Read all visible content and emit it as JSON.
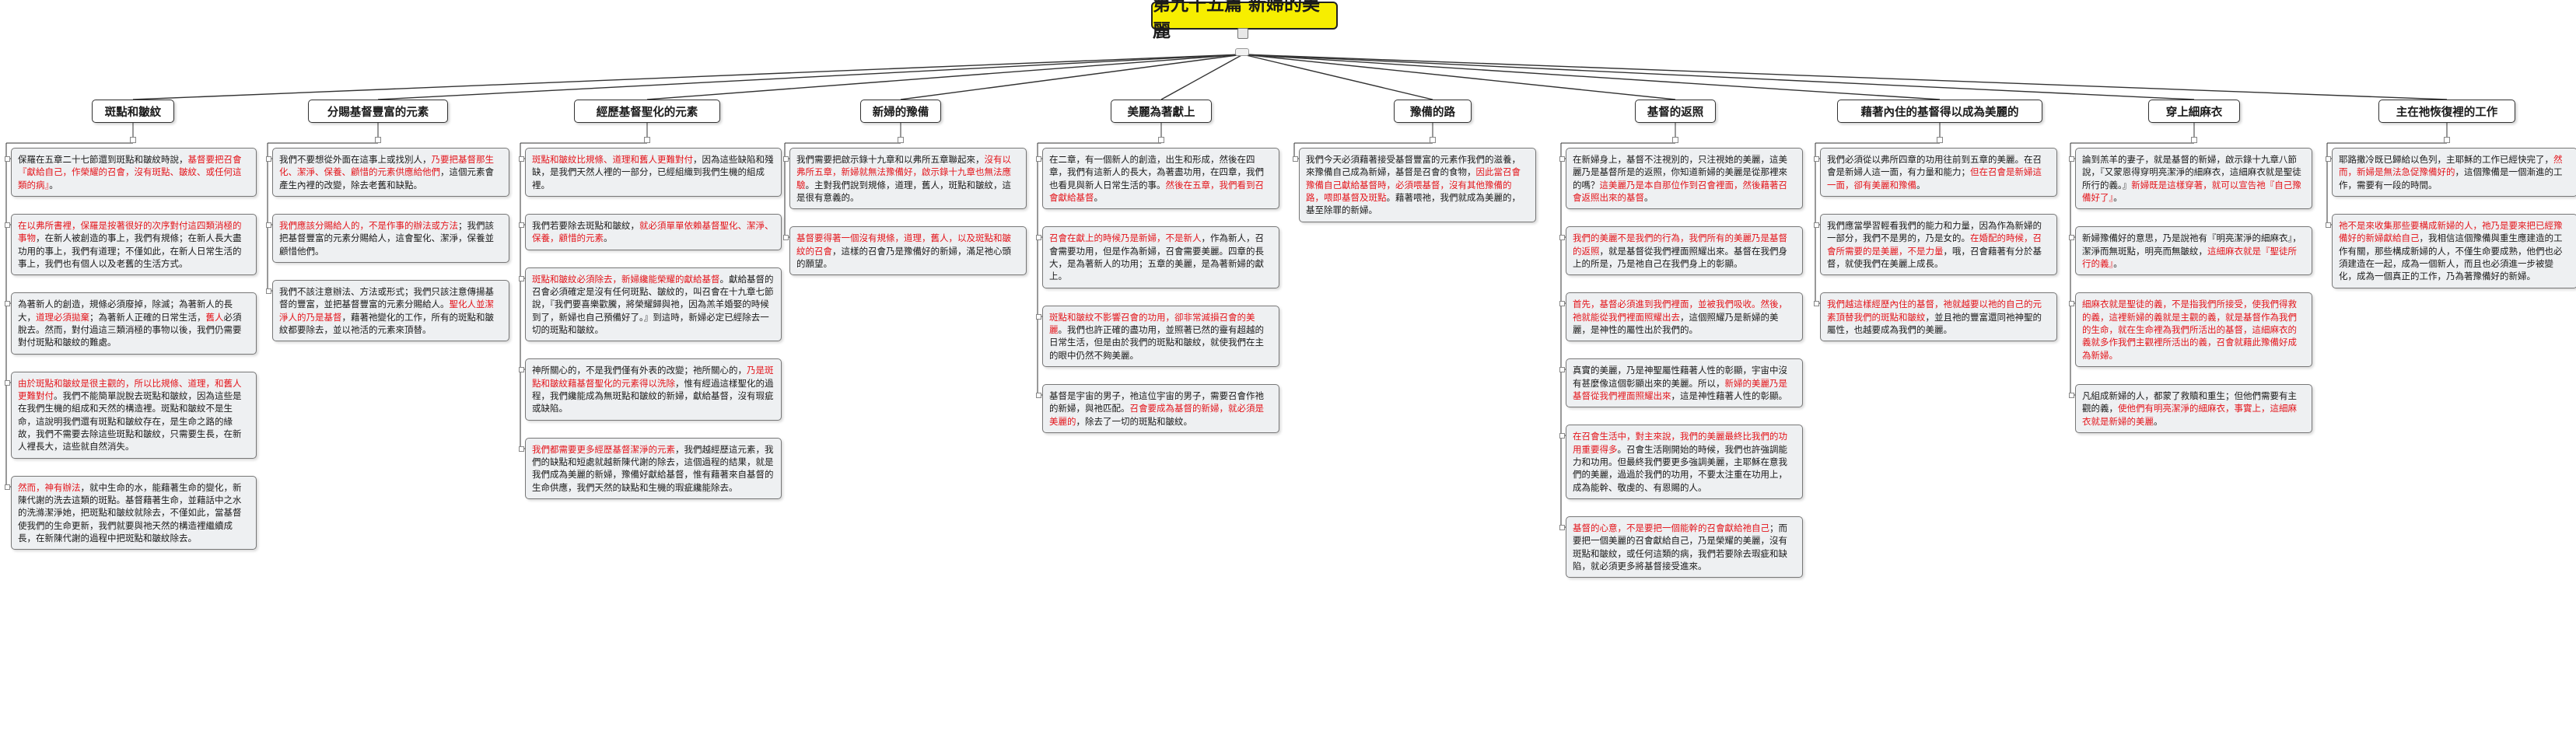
{
  "root_title": "第九十五篇 新婦的美麗",
  "branches": [
    {
      "label": "斑點和皺紋",
      "notes": [
        [
          {
            "t": "保羅在五章二十七節還到斑點和皺紋時說，",
            "r": false
          },
          {
            "t": "基督要把召會『獻給自己，作榮耀的召會，沒有斑點、皺紋、或任何這類的病』",
            "r": true
          },
          {
            "t": "。",
            "r": false
          }
        ],
        [
          {
            "t": "在以弗所書裡，保羅是按著很好的次序對付這四類消極的事物",
            "r": true
          },
          {
            "t": "，在新人被創造的事上，我們有規條；在新人長大盡功用的事上，我們有道理；不僅如此，在新人日常生活的事上，我們也有個人以及老舊的生活方式。",
            "r": false
          }
        ],
        [
          {
            "t": "為著新人的創造，規條必須廢掉，除滅；為著新人的長大，",
            "r": false
          },
          {
            "t": "道理必須拋棄",
            "r": true
          },
          {
            "t": "；為著新人正確的日常生活，",
            "r": false
          },
          {
            "t": "舊人",
            "r": true
          },
          {
            "t": "必須脫去。然而，對付過這三類消極的事物以後，我們仍需要對付斑點和皺紋的難處。",
            "r": false
          }
        ],
        [
          {
            "t": "由於斑點和皺紋是很主觀的，所以比規條、道理，和舊人更難對付",
            "r": true
          },
          {
            "t": "。我們不能簡單說脫去斑點和皺紋，因為這些是在我們生機的組成和天然的構造裡。斑點和皺紋不是生命，這說明我們還有斑點和皺紋存在，是生命之路的緣故，我們不需要去除這些斑點和皺紋，只需要生長，在新人裡長大，這些就自然消失。",
            "r": false
          }
        ],
        [
          {
            "t": "然而，神有辦法",
            "r": true
          },
          {
            "t": "，就中生命的水，能藉著生命的變化，新陳代謝的洗去這類的斑點。基督藉著生命，並藉話中之水的洗滌潔淨她，把斑點和皺紋就除去，不僅如此，當基督使我們的生命更新，我們就要與祂天然的構造裡繼續成長，在新陳代謝的過程中把斑點和皺紋除去。",
            "r": false
          }
        ]
      ]
    },
    {
      "label": "分賜基督豐富的元素",
      "notes": [
        [
          {
            "t": "我們不要想從外面在這事上或找別人，",
            "r": false
          },
          {
            "t": "乃要把基督那生化、潔淨、保養、顧惜的元素供應給他們",
            "r": true
          },
          {
            "t": "，這個元素會產生內裡的改變，除去老舊和缺點。",
            "r": false
          }
        ],
        [
          {
            "t": "我們應該分賜給人的，不是作事的辦法或方法",
            "r": true
          },
          {
            "t": "；我們該把基督豐富的元素分賜給人，這會聖化、潔淨，保養並顧惜他們。",
            "r": false
          }
        ],
        [
          {
            "t": "我們不該注意辦法、方法或形式；我們只該注意傳揚基督的豐富，並把基督豐富的元素分賜給人。",
            "r": false
          },
          {
            "t": "聖化人並潔淨人的乃是基督",
            "r": true
          },
          {
            "t": "，藉著祂變化的工作，所有的斑點和皺紋都要除去，並以祂活的元素來頂替。",
            "r": false
          }
        ]
      ]
    },
    {
      "label": "經歷基督聖化的元素",
      "notes": [
        [
          {
            "t": "斑點和皺紋比規條、道理和舊人更難對付",
            "r": true
          },
          {
            "t": "，因為這些缺陷和殘缺，是我們天然人裡的一部分，已經組織到我們生機的組成裡。",
            "r": false
          }
        ],
        [
          {
            "t": "我們若要除去斑點和皺紋，",
            "r": false
          },
          {
            "t": "就必須單單依賴基督聖化、潔淨、保養，顧惜的元素",
            "r": true
          },
          {
            "t": "。",
            "r": false
          }
        ],
        [
          {
            "t": "斑點和皺紋必須除去，新婦纔能榮耀的獻給基督",
            "r": true
          },
          {
            "t": "。獻給基督的召會必須確定是沒有任何斑點、皺紋的，叫召會在十九章七節說，『我們要喜樂歡騰，將榮耀歸與祂，因為羔羊婚娶的時候到了，新婦也自己預備好了。』到這時，新婦必定已經除去一切的斑點和皺紋。",
            "r": false
          }
        ],
        [
          {
            "t": "神所關心的，不是我們僅有外表的改變；祂所關心的，",
            "r": false
          },
          {
            "t": "乃是斑點和皺紋藉基督聖化的元素得以洗除",
            "r": true
          },
          {
            "t": "，惟有經過這樣聖化的過程，我們纔能成為無斑點和皺紋的新婦，獻給基督，沒有瑕疵或缺陷。",
            "r": false
          }
        ],
        [
          {
            "t": "我們都需要更多經歷基督潔淨的元素",
            "r": true
          },
          {
            "t": "，我們越經歷這元素，我們的缺點和短處就越新陳代謝的除去，這個過程的結果，就是我們成為美麗的新婦，豫備好獻給基督，惟有藉著來自基督的生命供應，我們天然的缺點和生機的瑕疵纔能除去。",
            "r": false
          }
        ]
      ]
    },
    {
      "label": "新婦的豫備",
      "notes": [
        [
          {
            "t": "我們需要把啟示錄十九章和以弗所五章聯起來，",
            "r": false
          },
          {
            "t": "沒有以弗所五章，新婦就無法豫備好，啟示錄十九章也無法應驗",
            "r": true
          },
          {
            "t": "。主對我們說到規條，道理，舊人，斑點和皺紋，這是很有意義的。",
            "r": false
          }
        ],
        [
          {
            "t": "基督要得著一個沒有規條，道理，舊人，以及斑點和皺紋的召會",
            "r": true
          },
          {
            "t": "，這樣的召會乃是豫備好的新婦，滿足祂心頭的願望。",
            "r": false
          }
        ]
      ]
    },
    {
      "label": "美麗為著獻上",
      "notes": [
        [
          {
            "t": "在二章，有一個新人的創造，出生和形成，然後在四章，我們有這新人的長大，為著盡功用，在四章，我們也看見與新人日常生活的事。",
            "r": false
          },
          {
            "t": "然後在五章，我們看到召會獻給基督",
            "r": true
          },
          {
            "t": "。",
            "r": false
          }
        ],
        [
          {
            "t": "召會在獻上的時候乃是新婦，不是新人",
            "r": true
          },
          {
            "t": "，作為新人，召會需要功用，但是作為新婦，召會需要美麗。四章的長大，是為著新人的功用；五章的美麗，是為著新婦的獻上。",
            "r": false
          }
        ],
        [
          {
            "t": "斑點和皺紋不影響召會的功用，卻非常減損召會的美麗",
            "r": true
          },
          {
            "t": "。我們也許正確的盡功用，並照著已然的靈有超越的日常生活，但是由於我們的斑點和皺紋，就使我們在主的眼中仍然不夠美麗。",
            "r": false
          }
        ],
        [
          {
            "t": "基督是宇宙的男子，祂這位宇宙的男子，需要召會作祂的新婦，與祂匹配。",
            "r": false
          },
          {
            "t": "召會要成為基督的新婦，就必須是美麗的",
            "r": true
          },
          {
            "t": "，除去了一切的斑點和皺紋。",
            "r": false
          }
        ]
      ]
    },
    {
      "label": "豫備的路",
      "notes": [
        [
          {
            "t": "我們今天必須藉著接受基督豐富的元素作我們的滋養，來豫備自己成為新婦，基督是召會的食物，",
            "r": false
          },
          {
            "t": "因此當召會豫備自己獻給基督時，必須喂基督，沒有其他豫備的路，喂即基督及斑點",
            "r": true
          },
          {
            "t": "。藉著喂祂，我們就成為美麗的，基至除罪的新婦。",
            "r": false
          }
        ]
      ]
    },
    {
      "label": "基督的返照",
      "notes": [
        [
          {
            "t": "在新婦身上，基督不注視別的，只注視她的美麗，這美麗乃是基督所是的返照，你知道新婦的美麗是從那裡來的嗎？",
            "r": false
          },
          {
            "t": "這美麗乃是本自那位作到召會裡面，然後藉著召會返照出來的基督",
            "r": true
          },
          {
            "t": "。",
            "r": false
          }
        ],
        [
          {
            "t": "我們的美麗不是我們的行為，我們所有的美麗乃是基督的返照",
            "r": true
          },
          {
            "t": "，就是基督從我們裡面照耀出來。基督在我們身上的所是，乃是祂自己在我們身上的彰顯。",
            "r": false
          }
        ],
        [
          {
            "t": "首先，基督必須進到我們裡面，並被我們吸收。然後，祂就能從我們裡面照耀出去",
            "r": true
          },
          {
            "t": "，這個照耀乃是新婦的美麗，是神性的屬性出於我們的。",
            "r": false
          }
        ],
        [
          {
            "t": "真實的美麗，乃是神聖屬性藉著人性的彰顯，宇宙中沒有甚麼像這個彰顯出來的美麗。所以，",
            "r": false
          },
          {
            "t": "新婦的美麗乃是基督從我們裡面照耀出來",
            "r": true
          },
          {
            "t": "，這是神性藉著人性的彰顯。",
            "r": false
          }
        ],
        [
          {
            "t": "在召會生活中，對主來說，我們的美麗最終比我們的功用重要得多",
            "r": true
          },
          {
            "t": "。召會生活剛開始的時候，我們也許強調能力和功用。但最終我們要更多強調美麗，主耶穌在意我們的美麗，過過於我們的功用，不要太注重在功用上，成為能幹、敬虔的、有恩賜的人。",
            "r": false
          }
        ],
        [
          {
            "t": "基督的心意，不是要把一個能幹的召會獻給祂自己",
            "r": true
          },
          {
            "t": "；而要把一個美麗的召會獻給自己，乃是榮耀的美麗，沒有斑點和皺紋，或任何這類的病，我們若要除去瑕疵和缺陷，就必須更多將基督接受進來。",
            "r": false
          }
        ]
      ]
    },
    {
      "label": "藉著內住的基督得以成為美麗的",
      "notes": [
        [
          {
            "t": "我們必須從以弗所四章的功用往前到五章的美麗。在召會是新婦人這一面，有力量和能力；",
            "r": false
          },
          {
            "t": "但在召會是新婦這一面，卻有美麗和豫備",
            "r": true
          },
          {
            "t": "。",
            "r": false
          }
        ],
        [
          {
            "t": "我們應當學習輕看我們的能力和力量，因為作為新婦的一部分，我們不是男的，乃是女的。",
            "r": false
          },
          {
            "t": "在婚配的時候，召會所需要的是美麗，不是力量",
            "r": true
          },
          {
            "t": "，哦，召會藉著有分於基督，就使我們在美麗上成長。",
            "r": false
          }
        ],
        [
          {
            "t": "我們越這樣經歷內住的基督，祂就越要以祂的自己的元素頂替我們的斑點和皺紋",
            "r": true
          },
          {
            "t": "，並且祂的豐富還同祂神聖的屬性，也越要成為我們的美麗。",
            "r": false
          }
        ]
      ]
    },
    {
      "label": "穿上細麻衣",
      "notes": [
        [
          {
            "t": "論到羔羊的妻子，就是基督的新婦，啟示錄十九章八節說，『又蒙恩得穿明亮潔淨的細麻衣，這細麻衣就是聖徒所行的義。』",
            "r": false
          },
          {
            "t": "新婦既是這樣穿著，就可以宣告祂『自己豫備好了』",
            "r": true
          },
          {
            "t": "。",
            "r": false
          }
        ],
        [
          {
            "t": "新婦豫備好的意思，乃是說祂有『明亮潔淨的細麻衣』，潔淨而無斑點，明亮而無皺紋，",
            "r": false
          },
          {
            "t": "這細麻衣就是『聖徒所行的義』",
            "r": true
          },
          {
            "t": "。",
            "r": false
          }
        ],
        [
          {
            "t": "細麻衣就是聖徒的義，不是指我們所接受，使我們得救的義，這裡新婦的義就是主觀的義，就是基督作為我們的生命，就在生命裡為我們所活出的基督，這細麻衣的義就多作我們主觀裡所活出的義，召會就藉此豫備好成為新婦。",
            "r": true
          }
        ],
        [
          {
            "t": "凡組成新婦的人，都蒙了救贖和重生；但他們需要有主觀的義，",
            "r": false
          },
          {
            "t": "使他們有明亮潔淨的細麻衣，事實上，這細麻衣就是新婦的美麗",
            "r": true
          },
          {
            "t": "。",
            "r": false
          }
        ]
      ]
    },
    {
      "label": "主在祂恢復裡的工作",
      "notes": [
        [
          {
            "t": "耶路撒冷既已歸給以色列，主耶穌的工作已經快完了，",
            "r": false
          },
          {
            "t": "然而，新婦是無法急促豫備好的",
            "r": true
          },
          {
            "t": "，這個豫備是一個漸進的工作，需要有一段的時間。",
            "r": false
          }
        ],
        [
          {
            "t": "祂不是來收集那些要構成新婦的人，祂乃是要來把已經豫備好的新婦獻給自己",
            "r": true
          },
          {
            "t": "，我相信這個豫備與重生應建造的工作有關，那些構成新婦的人，不僅生命要成熟，他們也必須建造在一起，成為一個新人，而且也必須進一步被變化，成為一個真正的工作，乃為著豫備好的新婦。",
            "r": false
          }
        ]
      ]
    }
  ]
}
